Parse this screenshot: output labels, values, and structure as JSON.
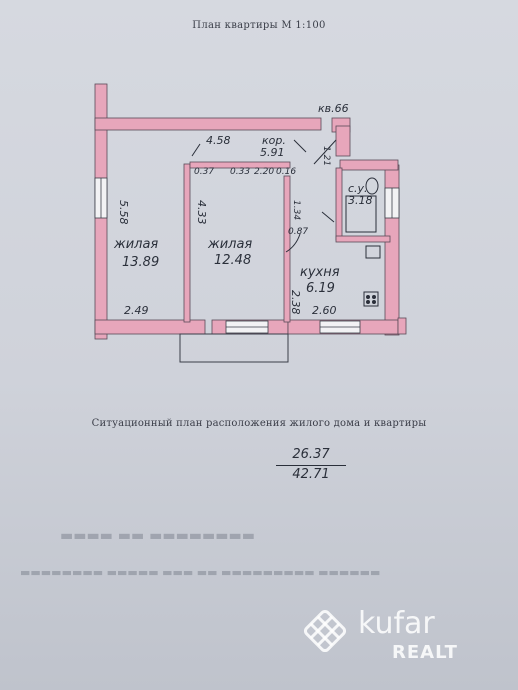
{
  "header": {
    "title": "План квартиры М 1:100"
  },
  "plan": {
    "apartment_label": "кв.66",
    "rooms": [
      {
        "name": "жилая",
        "area": "13.89"
      },
      {
        "name": "жилая",
        "area": "12.48"
      },
      {
        "name": "кухня",
        "area": "6.19"
      },
      {
        "name": "с.у.",
        "area": "3.18"
      },
      {
        "name": "кор.",
        "area": "5.91"
      }
    ],
    "dimensions": {
      "d558": "5.58",
      "d249": "2.49",
      "d458": "4.58",
      "d037": "0.37",
      "d033": "0.33",
      "d220": "2.20",
      "d016": "0.16",
      "d433": "4.33",
      "d134": "1.34",
      "d087": "0.87",
      "d121": "1.21",
      "d238": "2.38",
      "d260": "2.60"
    }
  },
  "situational": {
    "title": "Ситуационный план расположения жилого дома и квартиры"
  },
  "totals": {
    "living": "26.37",
    "total": "42.71"
  },
  "watermark": {
    "brand": "kufar",
    "sub": "REALT"
  },
  "colors": {
    "wall": "#e7a6bb",
    "paper": "#d3d6de",
    "ink": "#2a2f3a"
  }
}
